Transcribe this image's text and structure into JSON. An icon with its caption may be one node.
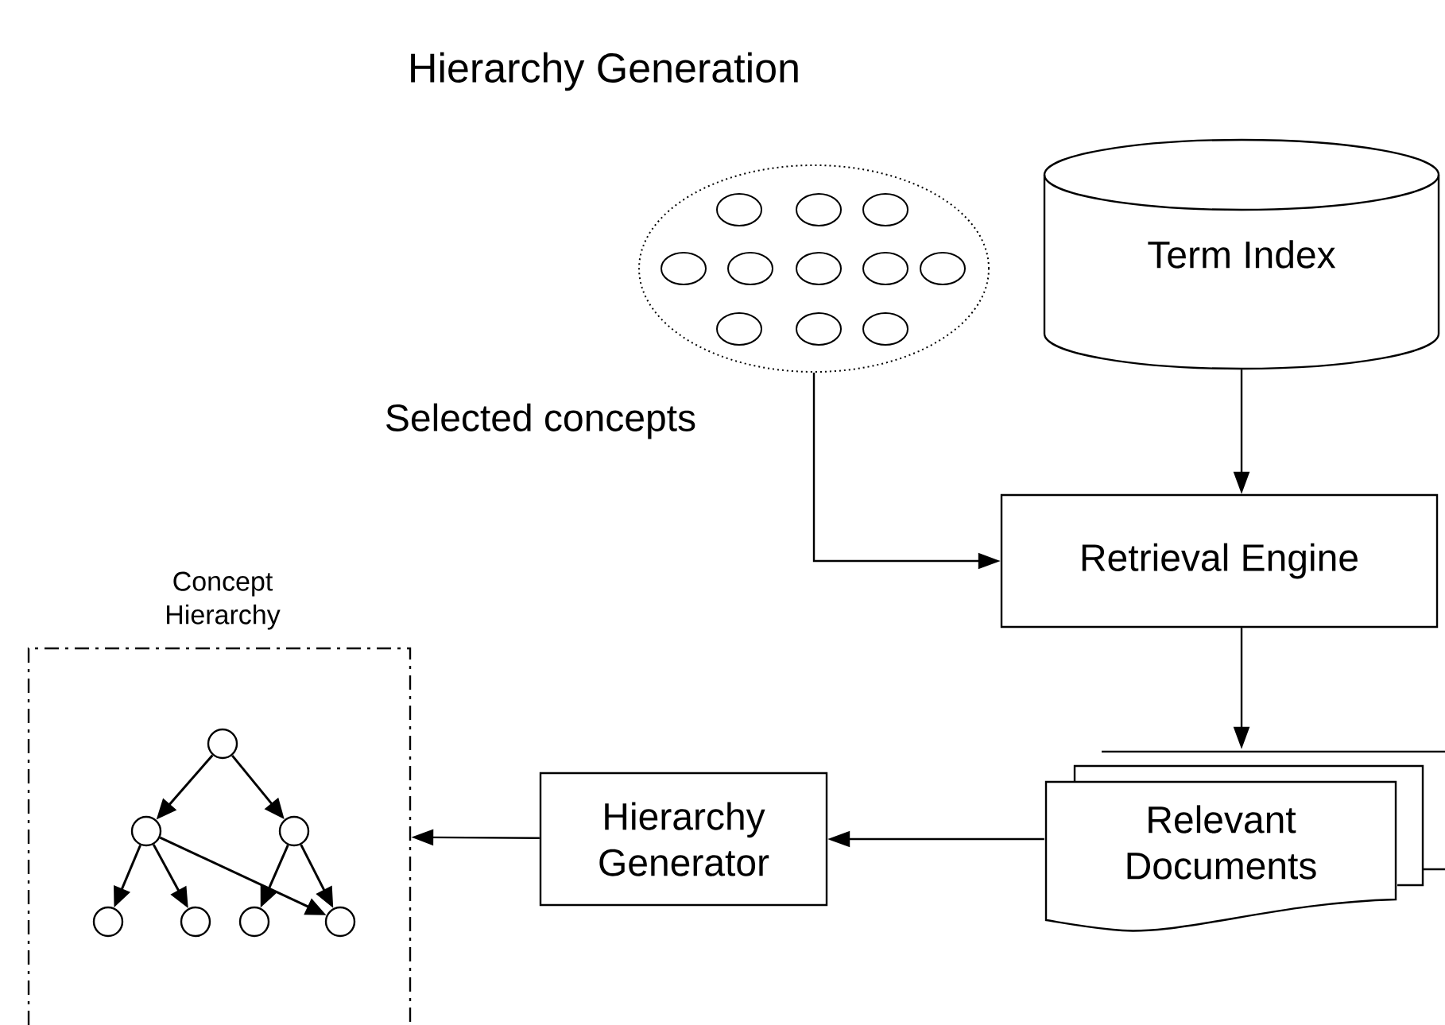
{
  "diagram": {
    "title": "Hierarchy Generation",
    "nodes": [
      {
        "text": [
          "Selected concepts"
        ]
      },
      {
        "text": [
          "Term Index"
        ]
      },
      {
        "text": [
          "Retrieval Engine"
        ]
      },
      {
        "text": [
          "Relevant Documents"
        ]
      },
      {
        "text": [
          "Hierarchy Generator"
        ]
      },
      {
        "text": [
          "Concept Hierarchy"
        ]
      },
      {
        "text": [],
        "shape": "circle",
        "in": 5
      },
      {
        "text": [],
        "shape": "circle",
        "in": 5
      },
      {
        "text": [],
        "shape": "circle",
        "in": 5
      },
      {
        "text": [],
        "shape": "circle",
        "in": 5
      },
      {
        "text": [],
        "shape": "circle",
        "in": 5
      },
      {
        "text": [],
        "shape": "circle",
        "in": 5
      },
      {
        "text": [],
        "shape": "circle",
        "in": 5
      }
    ],
    "edges": [
      {
        "from": 0,
        "to": 2,
        "arrow": "to"
      },
      {
        "from": 1,
        "to": 2,
        "arrow": "to"
      },
      {
        "from": 2,
        "to": 3,
        "arrow": "to"
      },
      {
        "from": 3,
        "to": 4,
        "arrow": "to"
      },
      {
        "from": 4,
        "to": 5,
        "arrow": "to"
      },
      {
        "from": 6,
        "to": 7,
        "arrow": "to"
      },
      {
        "from": 6,
        "to": 8,
        "arrow": "to"
      },
      {
        "from": 7,
        "to": 9,
        "arrow": "to"
      },
      {
        "from": 7,
        "to": 10,
        "arrow": "to"
      },
      {
        "from": 7,
        "to": 12,
        "arrow": "to"
      },
      {
        "from": 8,
        "to": 11,
        "arrow": "to"
      },
      {
        "from": 8,
        "to": 12,
        "arrow": "to"
      }
    ]
  }
}
